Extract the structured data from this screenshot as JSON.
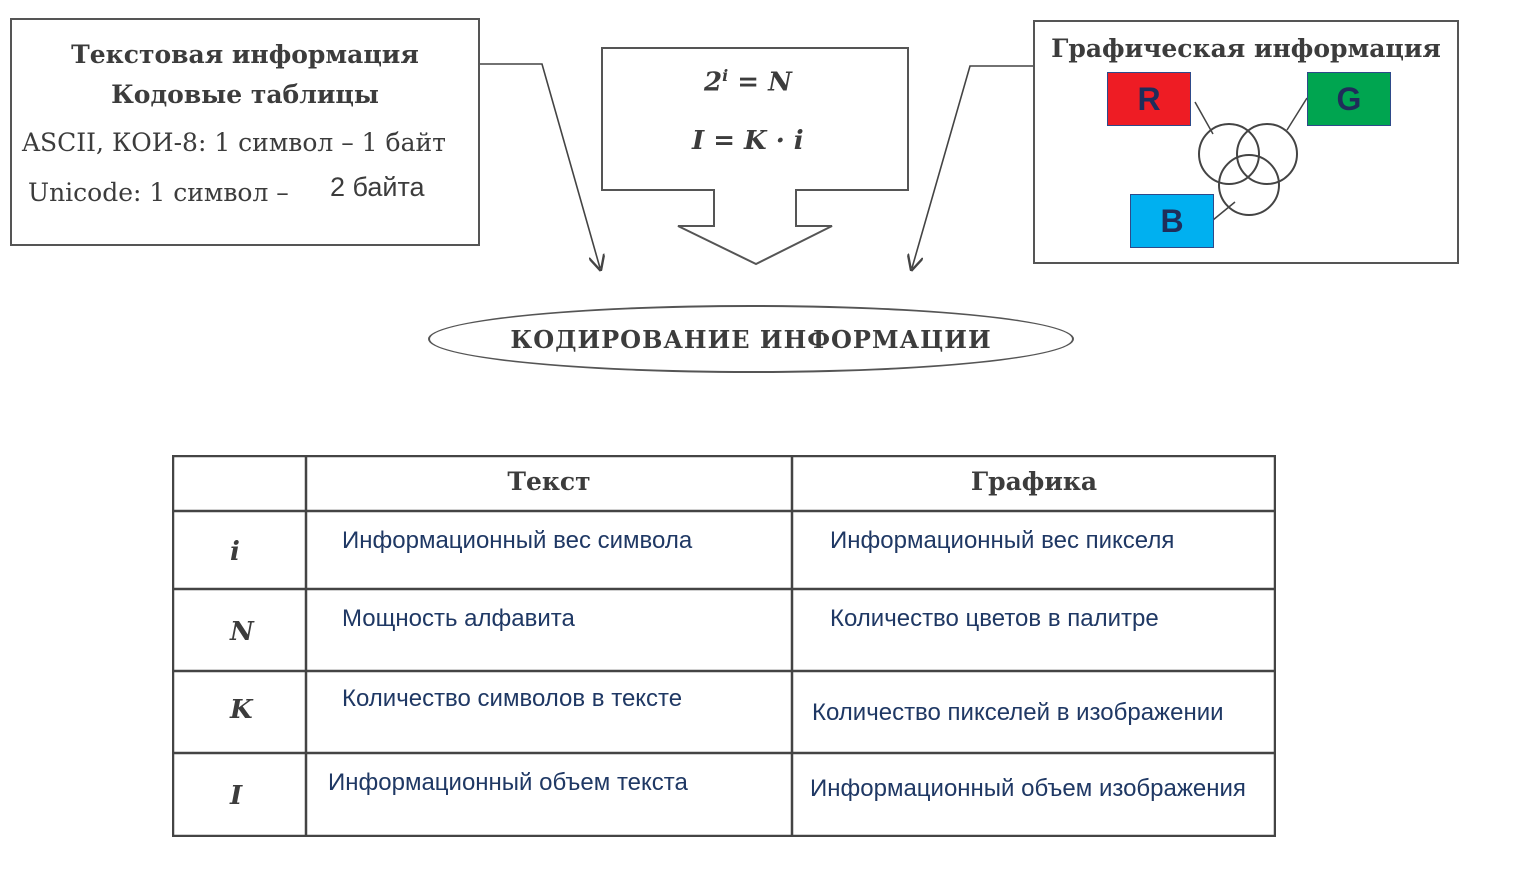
{
  "text_info": {
    "title": "Текстовая информация",
    "subtitle": "Кодовые таблицы",
    "ascii_line": "ASCII, КОИ-8: 1 символ – 1 байт",
    "unicode_prefix": "Unicode:  1 символ –",
    "unicode_value": "2 байта"
  },
  "formula": {
    "base": "2",
    "exponent": "i",
    "eq1_rest": "= N",
    "eq2": "I = K · i"
  },
  "graphic_info": {
    "title": "Графическая информация",
    "channels": [
      {
        "label": "R",
        "color": "#ee1c24"
      },
      {
        "label": "G",
        "color": "#00a550"
      },
      {
        "label": "B",
        "color": "#00b0f0"
      }
    ]
  },
  "center_label": "КОДИРОВАНИЕ ИНФОРМАЦИИ",
  "table": {
    "headers": [
      "",
      "Текст",
      "Графика"
    ],
    "rows": [
      {
        "var": "i",
        "text": "Информационный вес символа",
        "graphics": "Информационный вес пикселя"
      },
      {
        "var": "N",
        "text": "Мощность алфавита",
        "graphics": "Количество цветов в палитре"
      },
      {
        "var": "K",
        "text": "Количество символов в тексте",
        "graphics": "Количество пикселей в изображении"
      },
      {
        "var": "I",
        "text": "Информационный объем текста",
        "graphics": "Информационный объем изображения"
      }
    ]
  }
}
